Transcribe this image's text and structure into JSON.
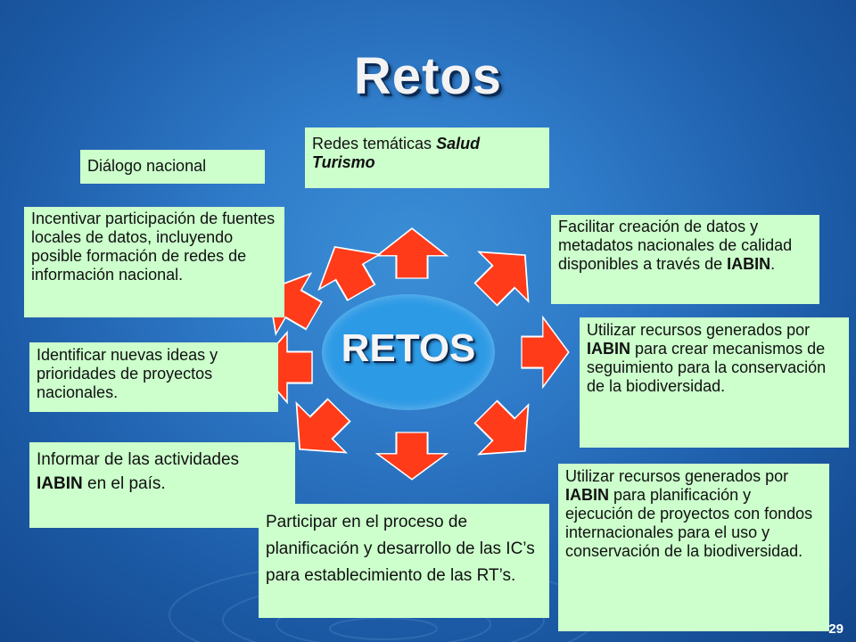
{
  "title": "Retos",
  "center_label": "RETOS",
  "page_number": "29",
  "colors": {
    "box_bg": "#ccffcc",
    "arrow": "#ff3b1a",
    "ellipse": "#2d9ae6"
  },
  "boxes": {
    "redes": {
      "pre": "Redes temáticas ",
      "it1": "Salud",
      "it2": "Turismo"
    },
    "dialogo": {
      "text": "Diálogo nacional"
    },
    "incentivar": {
      "text": "Incentivar participación de fuentes locales de datos, incluyendo posible formación de redes de información nacional."
    },
    "facilitar": {
      "pre": "Facilitar creación de datos y metadatos nacionales de calidad disponibles a través de ",
      "bold": "IABIN",
      "post": "."
    },
    "seguimiento": {
      "pre": "Utilizar recursos generados por ",
      "bold": "IABIN",
      "post": " para crear mecanismos de seguimiento para la conservación de la biodiversidad."
    },
    "identificar": {
      "text": "Identificar nuevas ideas y prioridades de proyectos nacionales."
    },
    "informar": {
      "pre": "Informar de las actividades ",
      "bold": "IABIN",
      "post": " en el país."
    },
    "participar": {
      "text": "Participar en el proceso de planificación y desarrollo de las IC’s para establecimiento de las RT’s."
    },
    "planificacion": {
      "pre": "Utilizar recursos generados por ",
      "bold": "IABIN",
      "post": " para planificación y ejecución de proyectos con fondos internacionales para el uso y conservación de la biodiversidad."
    }
  }
}
